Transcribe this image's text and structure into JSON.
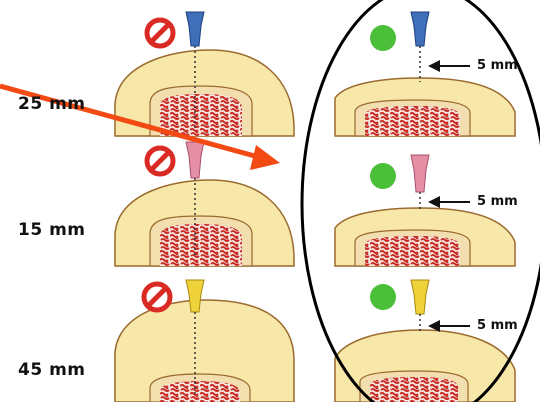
{
  "left_column": {
    "rows": [
      {
        "depth_label": "25 mm",
        "needle": "blue",
        "status": "prohibited"
      },
      {
        "depth_label": "15 mm",
        "needle": "pink",
        "status": "prohibited"
      },
      {
        "depth_label": "45 mm",
        "needle": "yellow",
        "status": "prohibited"
      }
    ]
  },
  "right_column": {
    "rows": [
      {
        "gap_label": "5 mm",
        "needle": "blue",
        "status": "ok"
      },
      {
        "gap_label": "5 mm",
        "needle": "pink",
        "status": "ok"
      },
      {
        "gap_label": "5 mm",
        "needle": "yellow",
        "status": "ok"
      }
    ]
  },
  "colors": {
    "needle_blue": "#3f6fb8",
    "needle_pink": "#e48fa6",
    "needle_yellow": "#f0d23a",
    "prohibited_red": "#d92a23",
    "ok_green": "#4cbf3a",
    "tissue": "#f7e7a8",
    "tissue_outline": "#9a6a2e",
    "marrow": "#c9302a",
    "arrow": "#f24a12"
  },
  "icons": {
    "prohibited": "prohibited-sign-icon",
    "ok": "green-dot-icon",
    "arrow": "red-arrow-icon"
  }
}
